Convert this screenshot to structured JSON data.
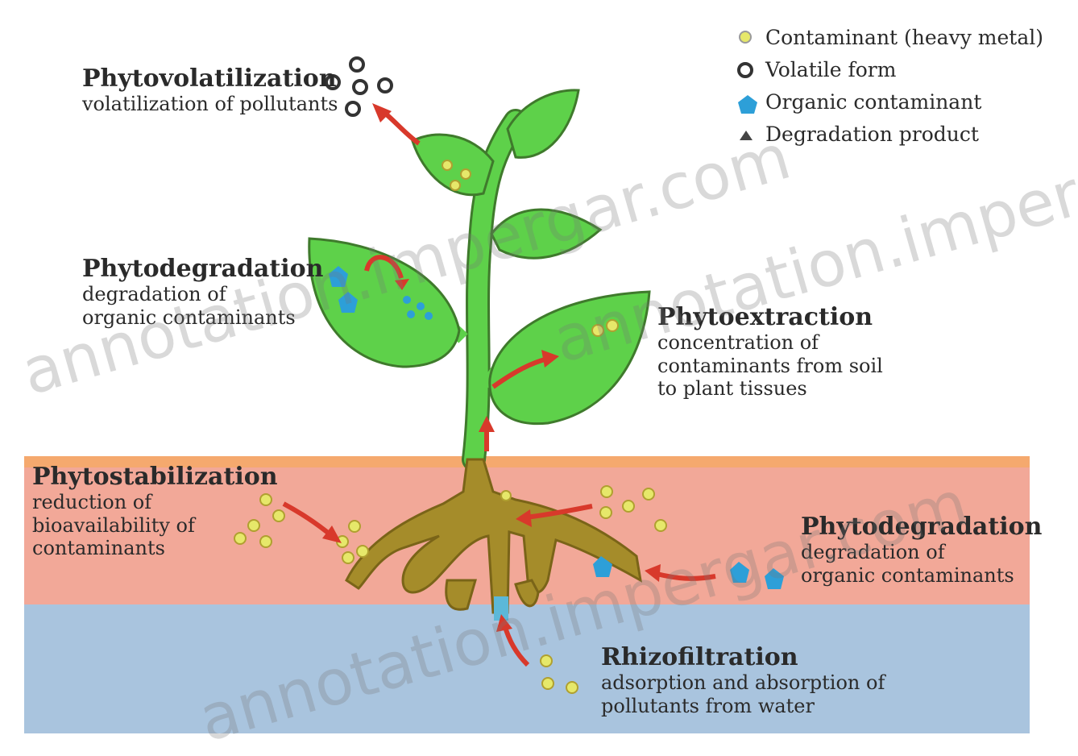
{
  "legend": {
    "heavy_metal": "Contaminant (heavy metal)",
    "volatile": "Volatile form",
    "organic": "Organic contaminant",
    "degradation": "Degradation product"
  },
  "processes": {
    "phytovolatilization": {
      "title": "Phytovolatilization",
      "desc": [
        "volatilization of pollutants"
      ]
    },
    "phytodegradation_leaf": {
      "title": "Phytodegradation",
      "desc": [
        "degradation of",
        "organic contaminants"
      ]
    },
    "phytoextraction": {
      "title": "Phytoextraction",
      "desc": [
        "concentration of",
        "contaminants from soil",
        "to plant tissues"
      ]
    },
    "phytostabilization": {
      "title": "Phytostabilization",
      "desc": [
        "reduction of",
        "bioavailability of",
        "contaminants"
      ]
    },
    "phytodegradation_root": {
      "title": "Phytodegradation",
      "desc": [
        "degradation of",
        "organic contaminants"
      ]
    },
    "rhizofiltration": {
      "title": "Rhizofiltration",
      "desc": [
        "adsorption and absorption of",
        "pollutants from water"
      ]
    }
  },
  "watermark": "annotation.impergar.com",
  "colors": {
    "soil": "#f2a898",
    "soil_top": "#f5a96e",
    "water": "#a9c4de",
    "leaf": "#5ed14a",
    "leaf_stroke": "#3f7a2c",
    "root": "#a58c2a",
    "arrow": "#d8392b",
    "metal": "#e6e86a",
    "organic": "#2d9fd8"
  }
}
